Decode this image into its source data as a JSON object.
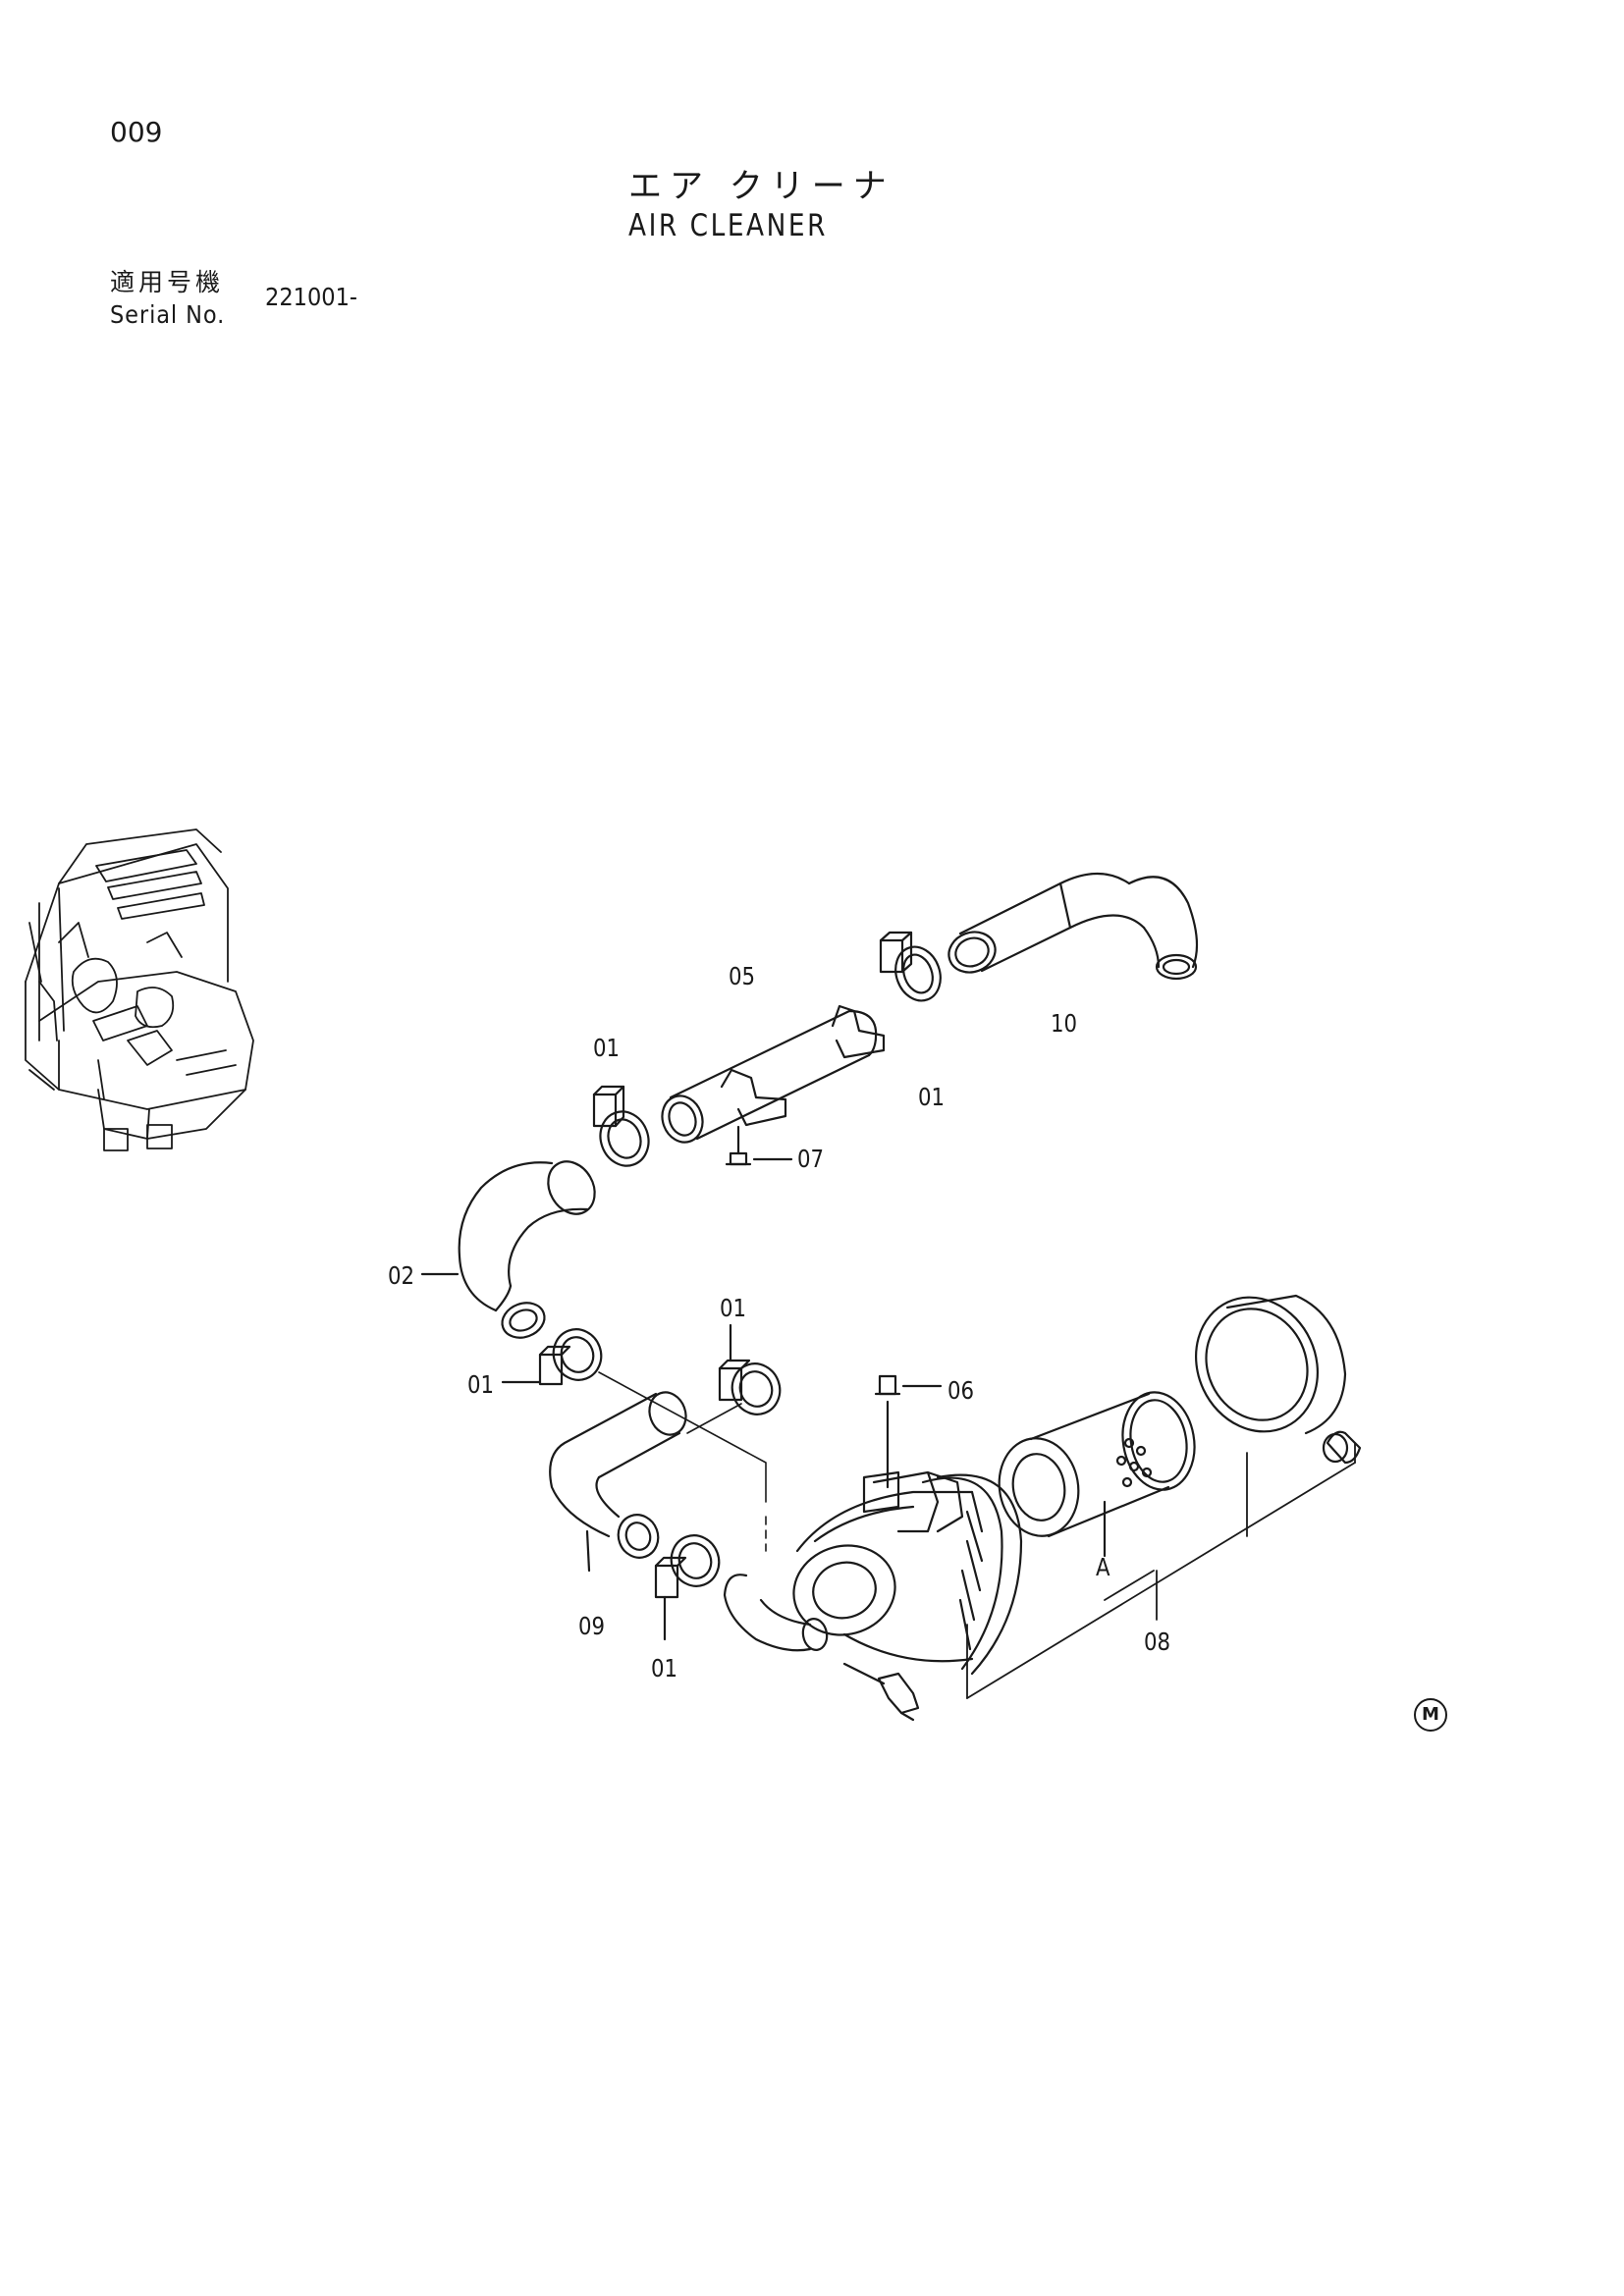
{
  "page_number": "009",
  "title_ja": "エア クリーナ",
  "title_en": "AIR CLEANER",
  "serial": {
    "label_ja": "適用号機",
    "label_en": "Serial No.",
    "value": "221001-"
  },
  "callouts": [
    {
      "label": "05"
    },
    {
      "label": "01"
    },
    {
      "label": "01"
    },
    {
      "label": "10"
    },
    {
      "label": "07"
    },
    {
      "label": "02"
    },
    {
      "label": "01"
    },
    {
      "label": "01"
    },
    {
      "label": "06"
    },
    {
      "label": "09"
    },
    {
      "label": "A"
    },
    {
      "label": "08"
    },
    {
      "label": "01"
    }
  ],
  "mark": "M",
  "icons": [
    "excavator-thumbnail-icon",
    "m-mark-icon"
  ]
}
